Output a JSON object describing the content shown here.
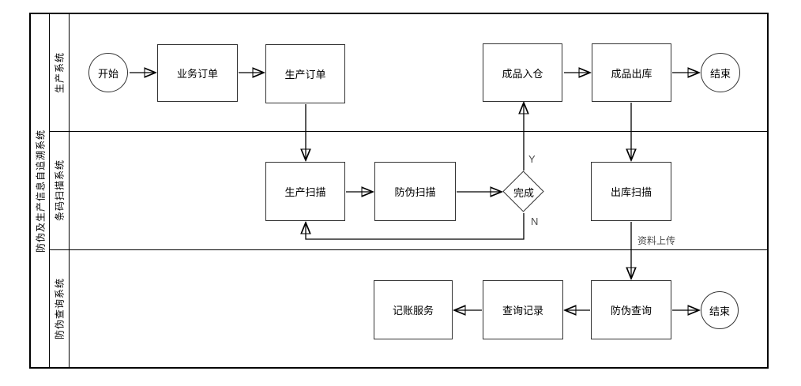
{
  "diagram": {
    "pool_title": "防伪及生产信息自追溯系统",
    "lanes": [
      {
        "id": "production-system",
        "label": "生产系统"
      },
      {
        "id": "barcode-scan-system",
        "label": "条码扫描系统"
      },
      {
        "id": "anticounterfeit-query-system",
        "label": "防伪查询系统"
      }
    ],
    "nodes": {
      "start": {
        "type": "start-event",
        "lane": "production-system",
        "label": "开始"
      },
      "business_order": {
        "type": "task",
        "lane": "production-system",
        "label": "业务订单"
      },
      "production_order": {
        "type": "task",
        "lane": "production-system",
        "label": "生产订单"
      },
      "finished_in_warehouse": {
        "type": "task",
        "lane": "production-system",
        "label": "成品入仓"
      },
      "finished_out_warehouse": {
        "type": "task",
        "lane": "production-system",
        "label": "成品出库"
      },
      "end_top": {
        "type": "end-event",
        "lane": "production-system",
        "label": "结束"
      },
      "production_scan": {
        "type": "task",
        "lane": "barcode-scan-system",
        "label": "生产扫描"
      },
      "anticounterfeit_scan": {
        "type": "task",
        "lane": "barcode-scan-system",
        "label": "防伪扫描"
      },
      "complete_decision": {
        "type": "decision",
        "lane": "barcode-scan-system",
        "label": "完成"
      },
      "outbound_scan": {
        "type": "task",
        "lane": "barcode-scan-system",
        "label": "出库扫描"
      },
      "accounting_service": {
        "type": "task",
        "lane": "anticounterfeit-query-system",
        "label": "记账服务"
      },
      "query_record": {
        "type": "task",
        "lane": "anticounterfeit-query-system",
        "label": "查询记录"
      },
      "anticounterfeit_query": {
        "type": "task",
        "lane": "anticounterfeit-query-system",
        "label": "防伪查询"
      },
      "end_bottom": {
        "type": "end-event",
        "lane": "anticounterfeit-query-system",
        "label": "结束"
      }
    },
    "edges": [
      {
        "from": "start",
        "to": "business_order",
        "label": ""
      },
      {
        "from": "business_order",
        "to": "production_order",
        "label": ""
      },
      {
        "from": "production_order",
        "to": "production_scan",
        "label": ""
      },
      {
        "from": "production_scan",
        "to": "anticounterfeit_scan",
        "label": ""
      },
      {
        "from": "anticounterfeit_scan",
        "to": "complete_decision",
        "label": ""
      },
      {
        "from": "complete_decision",
        "to": "finished_in_warehouse",
        "label": "Y"
      },
      {
        "from": "complete_decision",
        "to": "production_scan",
        "label": "N"
      },
      {
        "from": "finished_in_warehouse",
        "to": "finished_out_warehouse",
        "label": ""
      },
      {
        "from": "finished_out_warehouse",
        "to": "end_top",
        "label": ""
      },
      {
        "from": "finished_out_warehouse",
        "to": "outbound_scan",
        "label": ""
      },
      {
        "from": "outbound_scan",
        "to": "anticounterfeit_query",
        "label": "资料上传"
      },
      {
        "from": "anticounterfeit_query",
        "to": "query_record",
        "label": ""
      },
      {
        "from": "query_record",
        "to": "accounting_service",
        "label": ""
      },
      {
        "from": "anticounterfeit_query",
        "to": "end_bottom",
        "label": ""
      }
    ],
    "colors": {
      "stroke": "#000000",
      "node_border": "#333333",
      "node_fill": "#ffffff",
      "edge_label": "#4d4d4d"
    }
  }
}
